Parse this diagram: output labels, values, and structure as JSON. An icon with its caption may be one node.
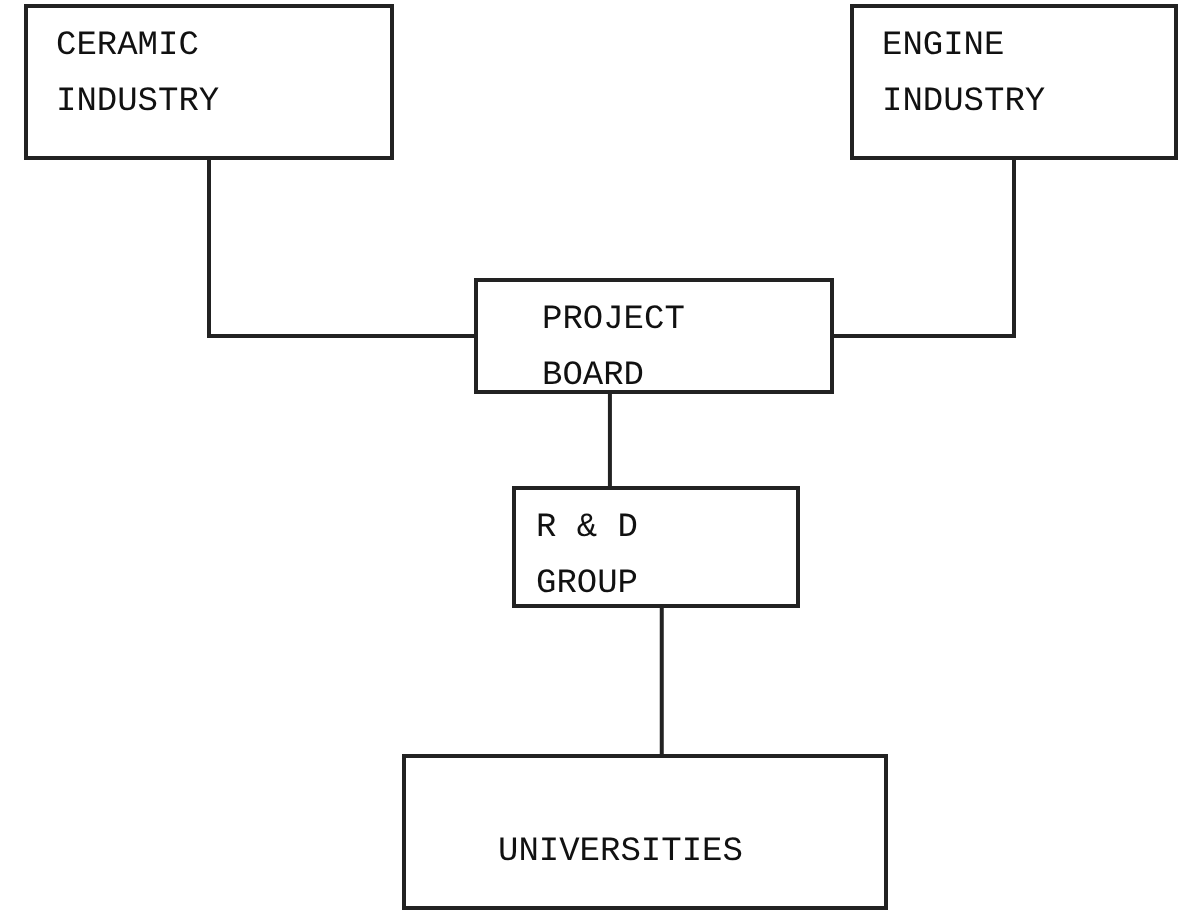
{
  "diagram": {
    "nodes": [
      {
        "text": [
          "CERAMIC INDUSTRY"
        ]
      },
      {
        "text": [
          "ENGINE INDUSTRY"
        ]
      },
      {
        "text": [
          "PROJECT BOARD"
        ]
      },
      {
        "text": [
          "R & D GROUP"
        ]
      },
      {
        "text": [
          "UNIVERSITIES"
        ]
      }
    ],
    "edges": [
      {
        "from": 0,
        "to": 2,
        "arrow": "none"
      },
      {
        "from": 1,
        "to": 2,
        "arrow": "none"
      },
      {
        "from": 2,
        "to": 3,
        "arrow": "none"
      },
      {
        "from": 3,
        "to": 4,
        "arrow": "none"
      }
    ]
  }
}
